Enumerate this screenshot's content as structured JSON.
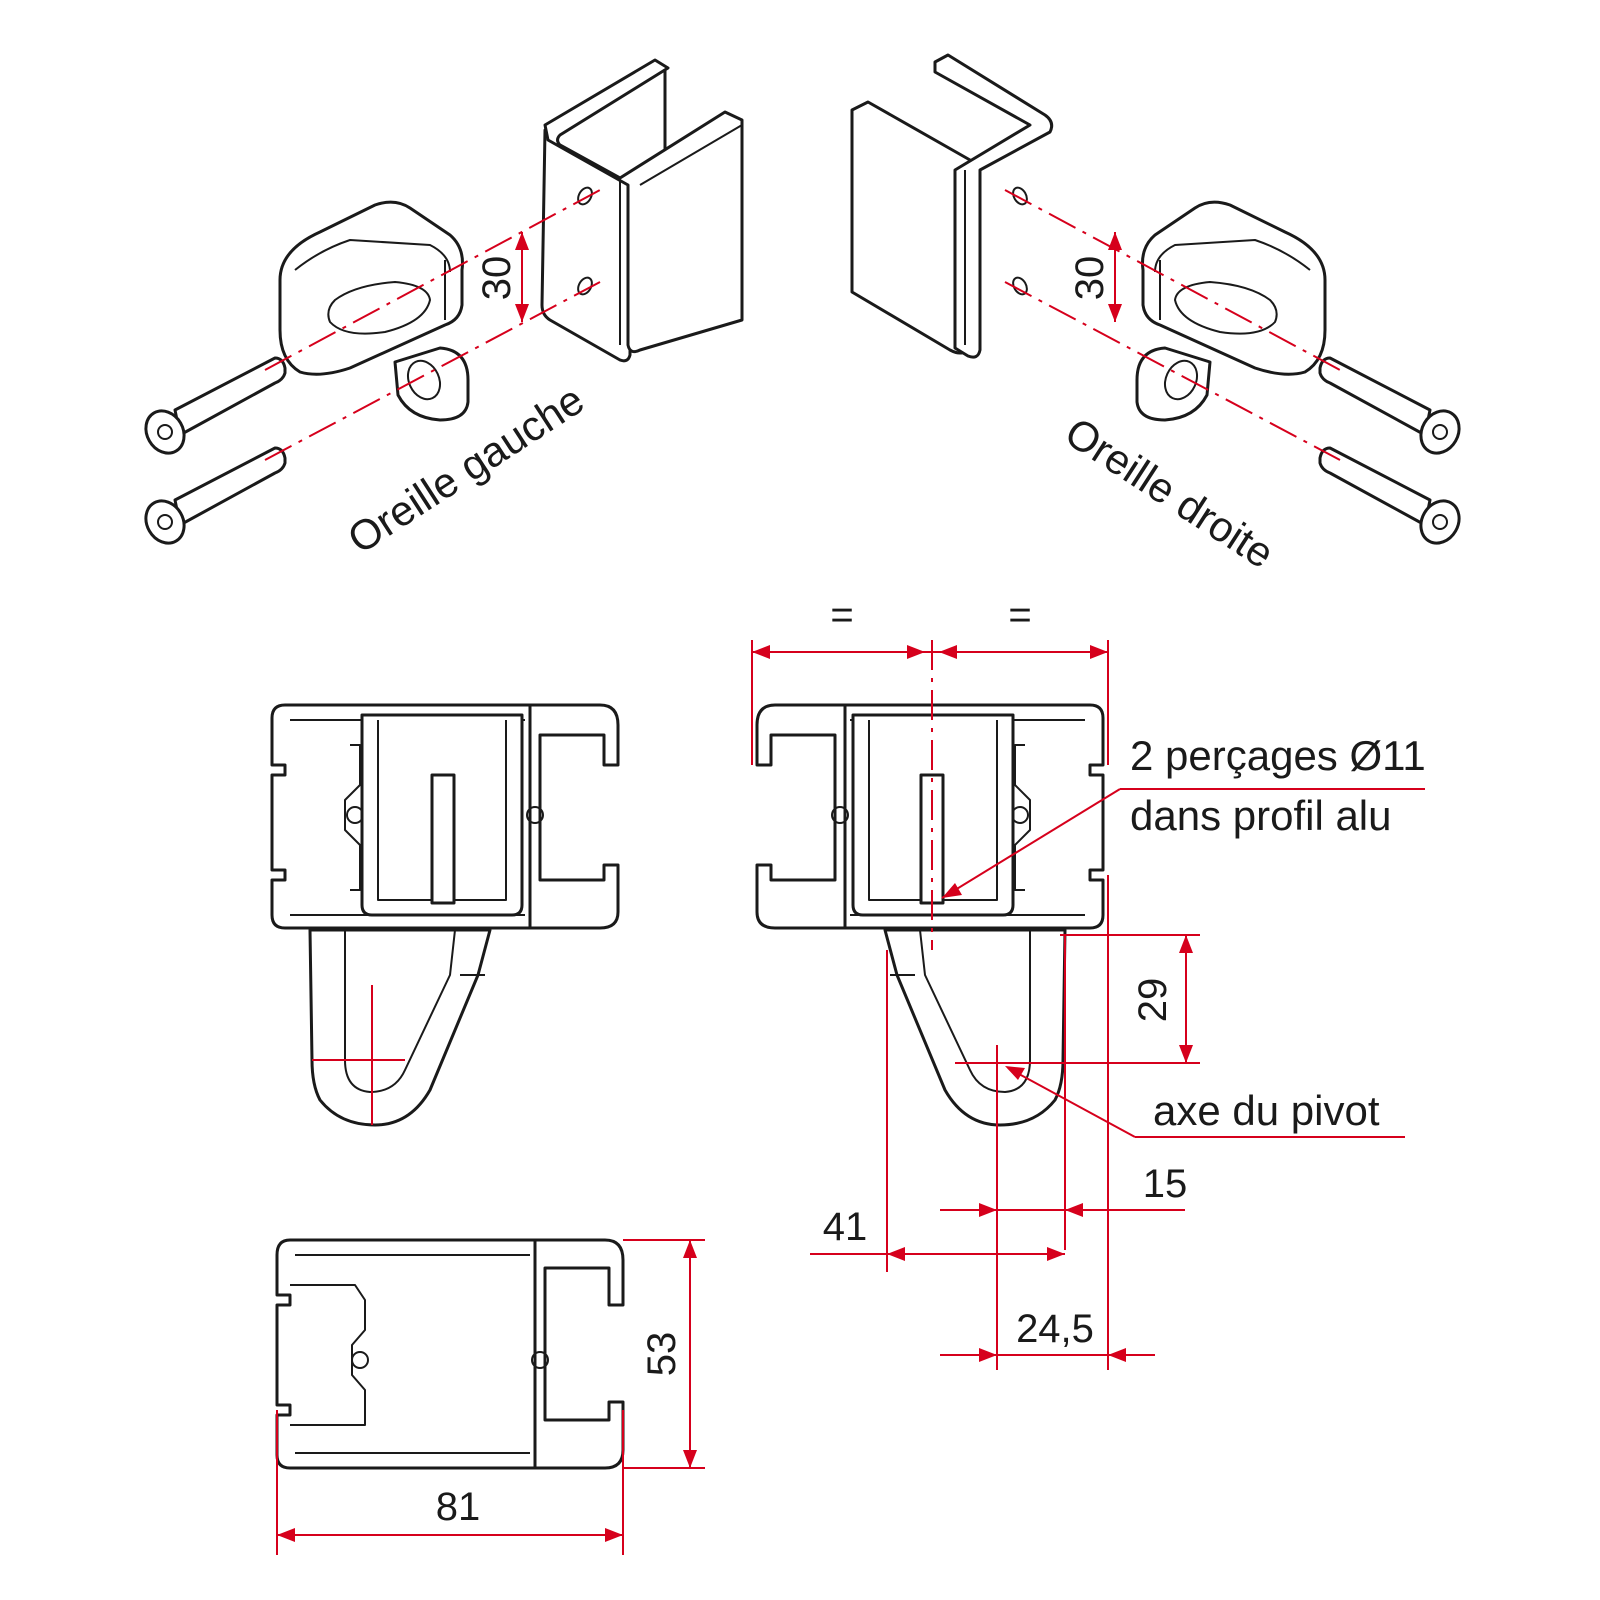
{
  "labels": {
    "left_ear": "Oreille gauche",
    "right_ear": "Oreille droite",
    "holes_line1": "2 perçages Ø11",
    "holes_line2": "dans profil alu",
    "pivot_axis": "axe du pivot"
  },
  "dimensions": {
    "left_ear_spacing": "30",
    "right_ear_spacing": "30",
    "equal_left": "=",
    "equal_right": "=",
    "pivot_height": "29",
    "pivot_offset": "15",
    "ear_width": "41",
    "axis_to_edge": "24,5",
    "profile_height": "53",
    "profile_width": "81"
  },
  "colors": {
    "dimension_lines": "#d6001c",
    "outlines": "#1a1a1a"
  }
}
